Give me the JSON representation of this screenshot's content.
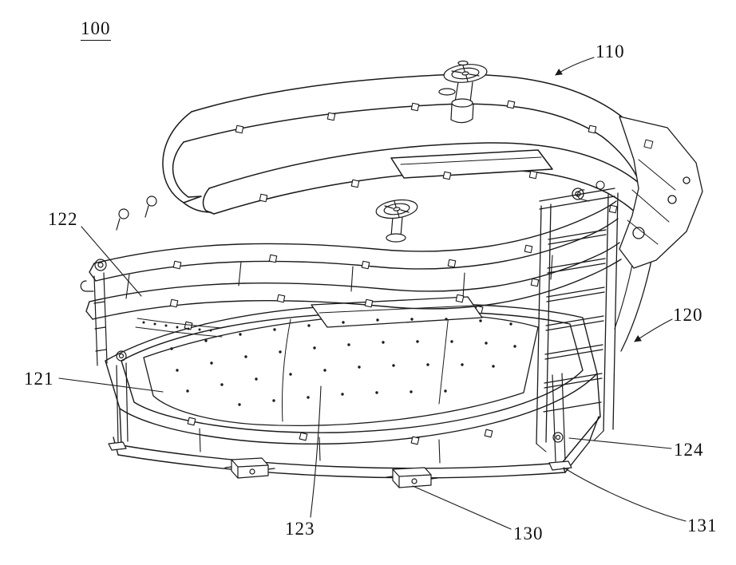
{
  "figure": {
    "background_color": "#ffffff",
    "line_color": "#1a1a1a",
    "reference_labels": {
      "n100": "100",
      "n110": "110",
      "n120": "120",
      "n121": "121",
      "n122": "122",
      "n123": "123",
      "n124": "124",
      "n130": "130",
      "n131": "131"
    }
  }
}
